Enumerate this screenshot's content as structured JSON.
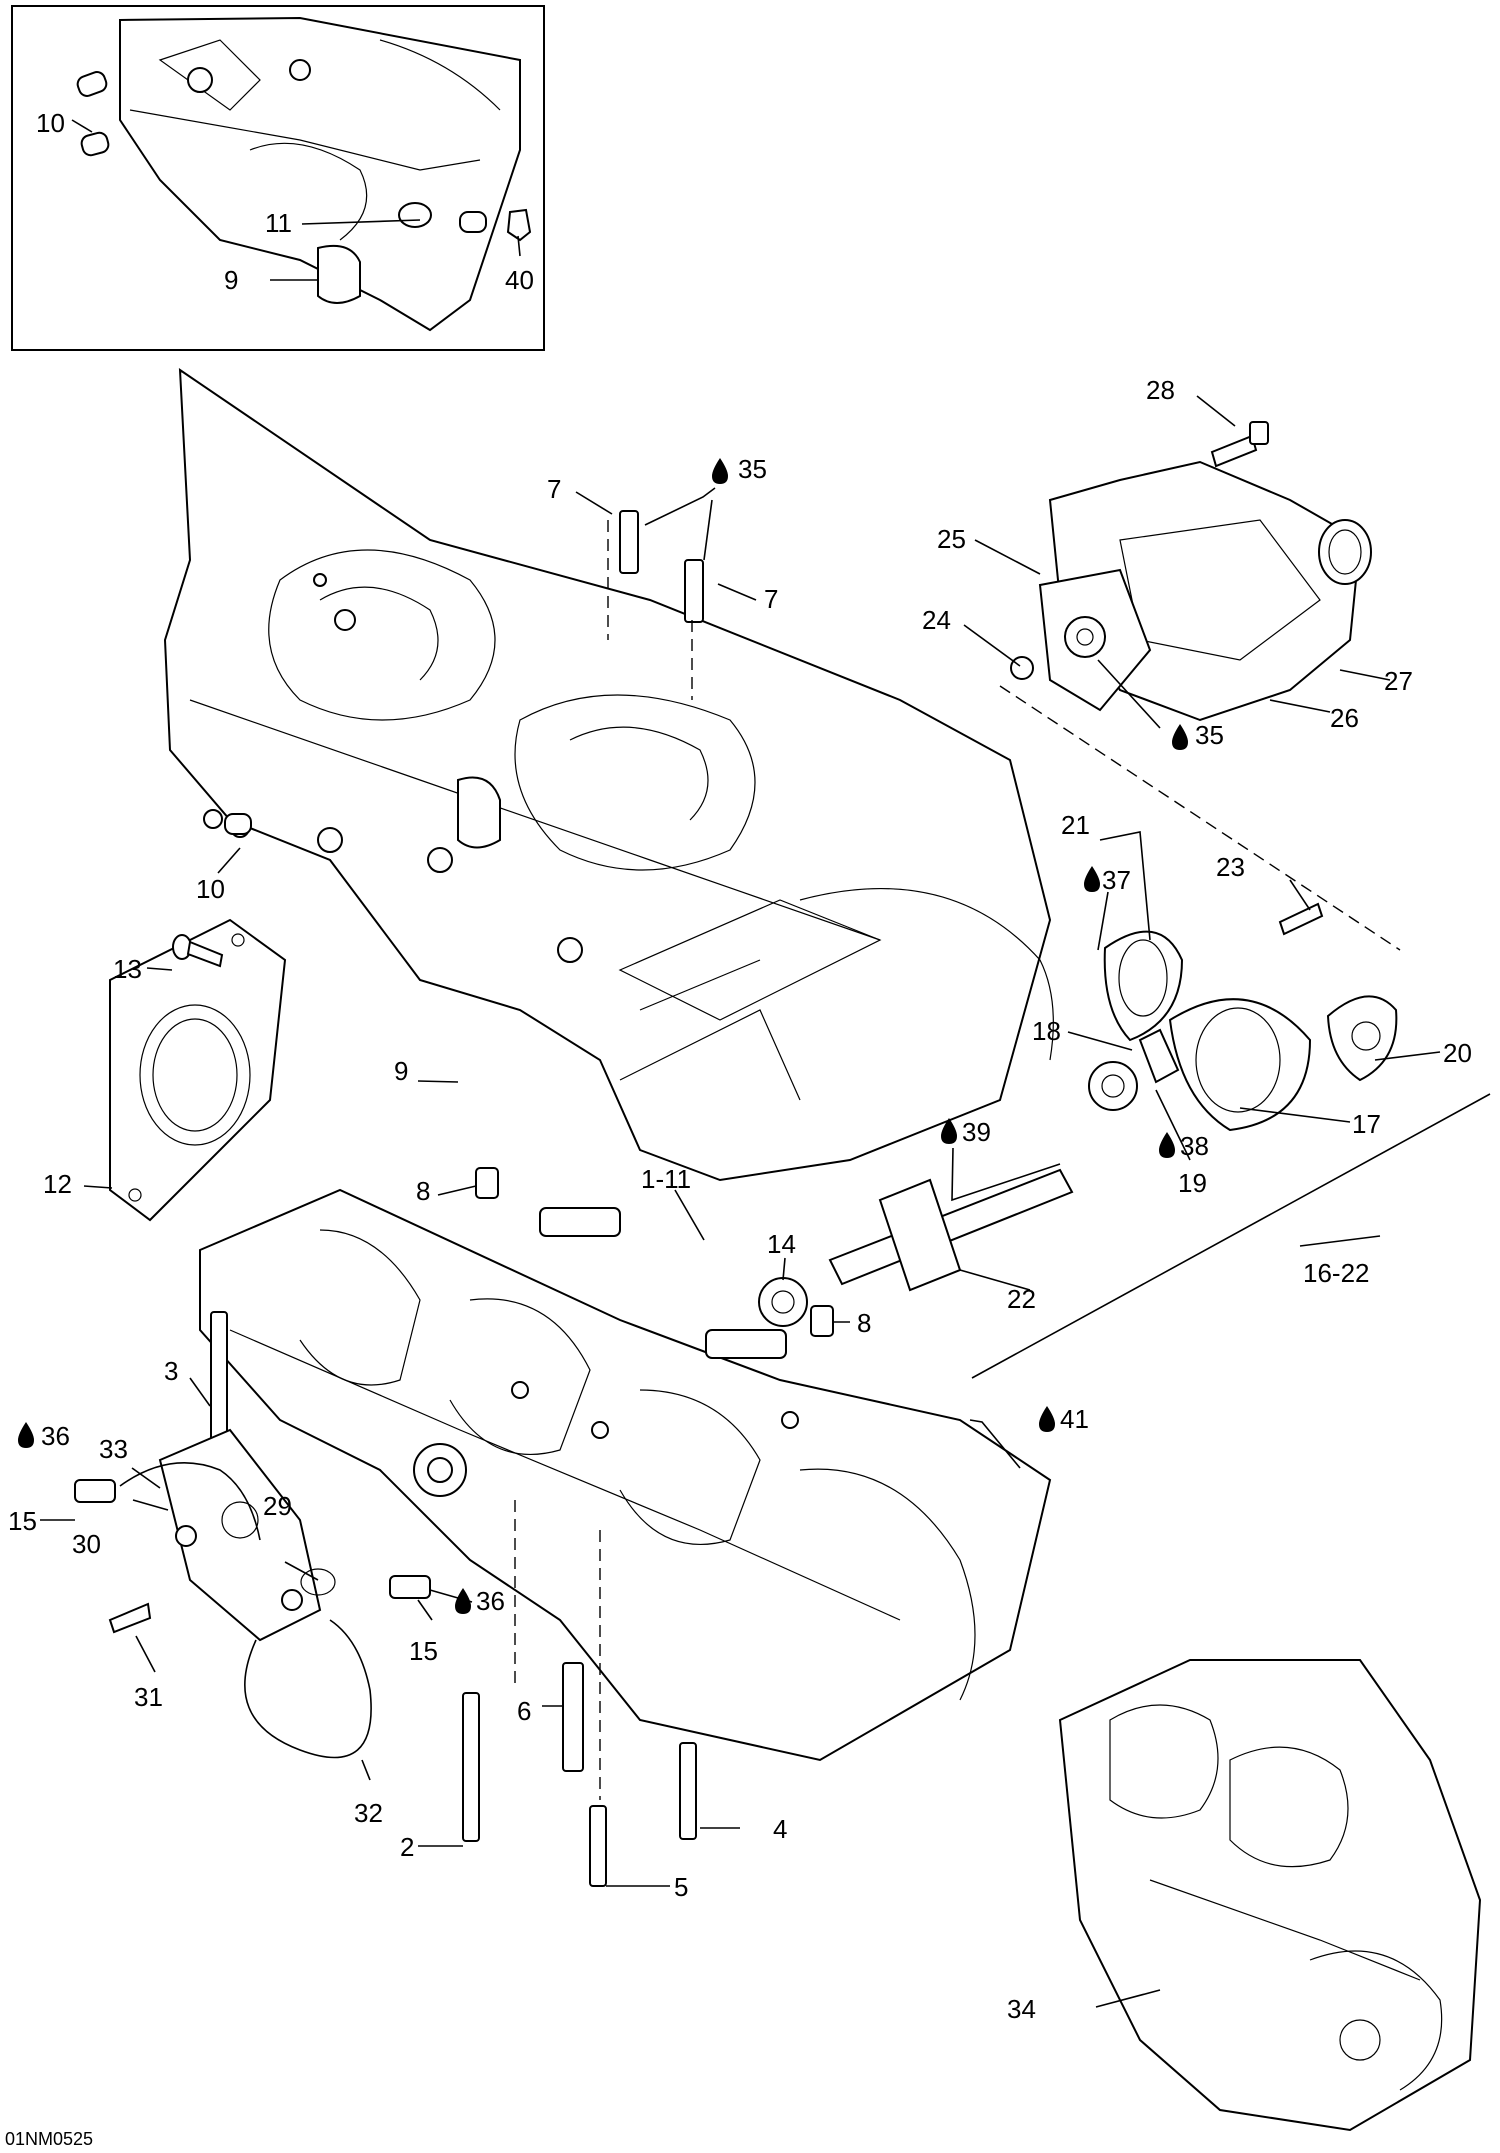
{
  "diagram": {
    "reference_code": "01NM0525",
    "drop_symbol": "oil-drop-icon",
    "callouts": {
      "c2": "2",
      "c3": "3",
      "c4": "4",
      "c5": "5",
      "c6": "6",
      "c7a": "7",
      "c7b": "7",
      "c8a": "8",
      "c8b": "8",
      "c9_inset": "9",
      "c9": "9",
      "c10_inset": "10",
      "c10": "10",
      "c11_inset": "11",
      "c1_11": "1-11",
      "c12": "12",
      "c13": "13",
      "c14": "14",
      "c15a": "15",
      "c15b": "15",
      "c16_22": "16-22",
      "c17": "17",
      "c18": "18",
      "c19": "19",
      "c20": "20",
      "c21": "21",
      "c22": "22",
      "c23": "23",
      "c24": "24",
      "c25": "25",
      "c26": "26",
      "c27": "27",
      "c28": "28",
      "c29": "29",
      "c30": "30",
      "c31": "31",
      "c32": "32",
      "c33": "33",
      "c34": "34",
      "c35a": "35",
      "c35b": "35",
      "c36a": "36",
      "c36b": "36",
      "c37": "37",
      "c38": "38",
      "c39": "39",
      "c40_inset": "40",
      "c41": "41"
    }
  }
}
